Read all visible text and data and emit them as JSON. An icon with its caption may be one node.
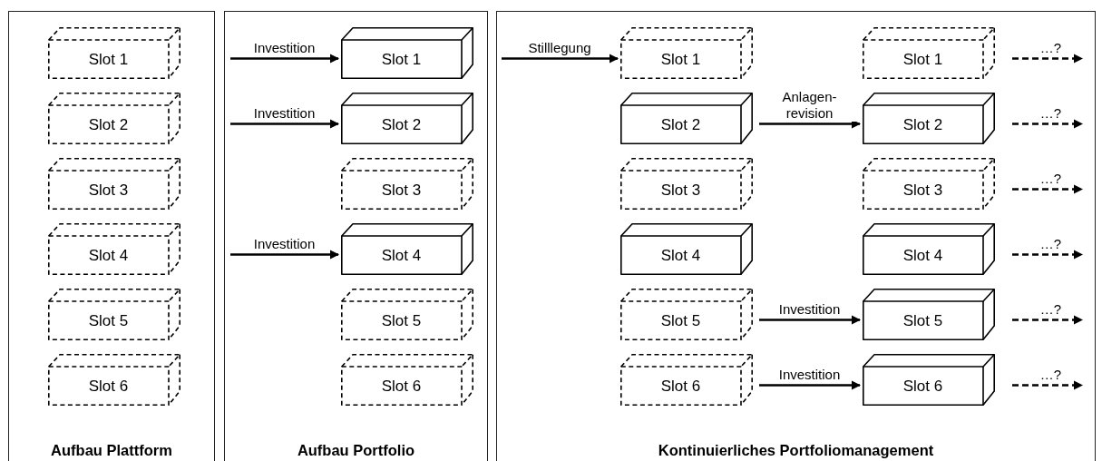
{
  "diagram": {
    "nodes": [
      {
        "text": [
          "Aufbau Plattform"
        ]
      },
      {
        "text": [
          "Slot 1"
        ],
        "in": 0
      },
      {
        "text": [
          "Slot 2"
        ],
        "in": 0
      },
      {
        "text": [
          "Slot 3"
        ],
        "in": 0
      },
      {
        "text": [
          "Slot 4"
        ],
        "in": 0
      },
      {
        "text": [
          "Slot 5"
        ],
        "in": 0
      },
      {
        "text": [
          "Slot 6"
        ],
        "in": 0
      },
      {
        "text": [
          "Aufbau Portfolio"
        ]
      },
      {
        "text": [
          "Slot 1"
        ],
        "in": 7
      },
      {
        "text": [
          "Slot 2"
        ],
        "in": 7
      },
      {
        "text": [
          "Slot 3"
        ],
        "in": 7
      },
      {
        "text": [
          "Slot 4"
        ],
        "in": 7
      },
      {
        "text": [
          "Slot 5"
        ],
        "in": 7
      },
      {
        "text": [
          "Slot 6"
        ],
        "in": 7
      },
      {
        "text": [
          "Kontinuierliches Portfoliomanagement"
        ]
      },
      {
        "text": [
          "Slot 1"
        ],
        "in": 14
      },
      {
        "text": [
          "Slot 2"
        ],
        "in": 14
      },
      {
        "text": [
          "Slot 3"
        ],
        "in": 14
      },
      {
        "text": [
          "Slot 4"
        ],
        "in": 14
      },
      {
        "text": [
          "Slot 5"
        ],
        "in": 14
      },
      {
        "text": [
          "Slot 6"
        ],
        "in": 14
      },
      {
        "text": [
          "Slot 1"
        ],
        "in": 14
      },
      {
        "text": [
          "Slot 2"
        ],
        "in": 14
      },
      {
        "text": [
          "Slot 3"
        ],
        "in": 14
      },
      {
        "text": [
          "Slot 4"
        ],
        "in": 14
      },
      {
        "text": [
          "Slot 5"
        ],
        "in": 14
      },
      {
        "text": [
          "Slot 6"
        ],
        "in": 14
      }
    ],
    "edges": [
      {
        "from": null,
        "to": 8,
        "arrow": "to",
        "label": "Investition"
      },
      {
        "from": null,
        "to": 9,
        "arrow": "to",
        "label": "Investition"
      },
      {
        "from": null,
        "to": 11,
        "arrow": "to",
        "label": "Investition"
      },
      {
        "from": null,
        "to": 15,
        "arrow": "to",
        "label": "Stilllegung"
      },
      {
        "from": 16,
        "to": 22,
        "arrow": "to",
        "label": "Anlagen- revision"
      },
      {
        "from": 19,
        "to": 25,
        "arrow": "to",
        "label": "Investition"
      },
      {
        "from": 20,
        "to": 26,
        "arrow": "to",
        "label": "Investition"
      },
      {
        "from": 21,
        "to": null,
        "arrow": "to",
        "label": "…?",
        "style": "dashed"
      },
      {
        "from": 22,
        "to": null,
        "arrow": "to",
        "label": "…?",
        "style": "dashed"
      },
      {
        "from": 23,
        "to": null,
        "arrow": "to",
        "label": "…?",
        "style": "dashed"
      },
      {
        "from": 24,
        "to": null,
        "arrow": "to",
        "label": "…?",
        "style": "dashed"
      },
      {
        "from": 25,
        "to": null,
        "arrow": "to",
        "label": "…?",
        "style": "dashed"
      },
      {
        "from": 26,
        "to": null,
        "arrow": "to",
        "label": "…?",
        "style": "dashed"
      }
    ]
  }
}
